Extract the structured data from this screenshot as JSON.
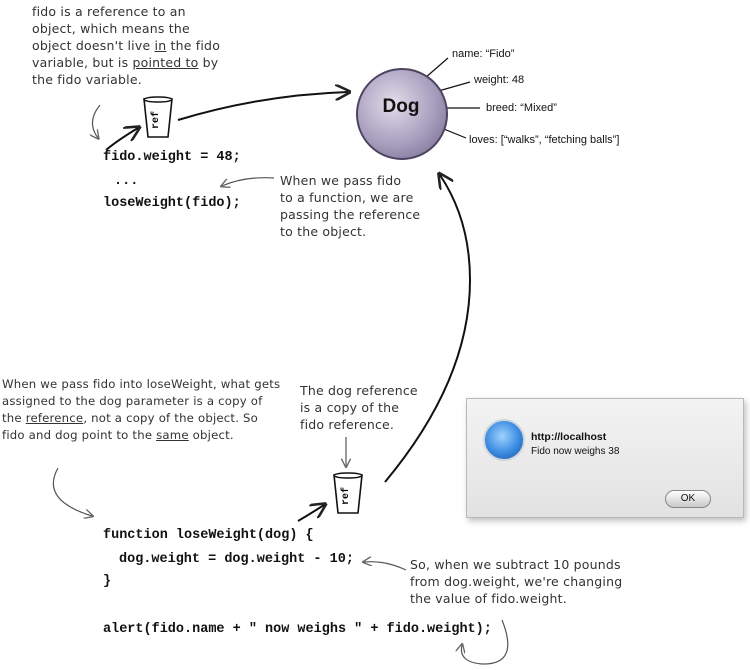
{
  "notes": {
    "top_left": {
      "line1": "fido is a reference to an",
      "line2": "object, which means the",
      "line3_pre": "object doesn't live ",
      "line3_u": "in",
      "line3_post": " the fido",
      "line4_pre": "variable, but is ",
      "line4_u": "pointed to",
      "line4_post": " by",
      "line5": "the fido variable."
    },
    "pass_fido": {
      "line1": "When we pass fido",
      "line2": "to a function, we are",
      "line3": "passing the reference",
      "line4": "to the object."
    },
    "loseweight": {
      "line1": "When we pass fido into loseWeight, what gets",
      "line2": "assigned to the dog parameter is a copy of",
      "line3_pre": "the ",
      "line3_u": "reference",
      "line3_post": ", not a copy of the object. So",
      "line4_pre": "fido and dog point to the ",
      "line4_u": "same",
      "line4_post": " object."
    },
    "dog_ref": {
      "line1": "The dog reference",
      "line2": "is a copy of the",
      "line3": "fido reference."
    },
    "subtract": {
      "line1": "So, when we subtract 10 pounds",
      "line2": "from dog.weight, we're changing",
      "line3": "the value of fido.weight."
    }
  },
  "code": {
    "top1": "fido.weight = 48;",
    "top2": "...",
    "top3": "loseWeight(fido);",
    "fn1": "function loseWeight(dog) {",
    "fn2": "dog.weight = dog.weight - 10;",
    "fn3": "}",
    "alert": "alert(fido.name + \" now weighs \" + fido.weight);"
  },
  "object": {
    "label": "Dog",
    "props": {
      "name": "name: “Fido”",
      "weight": "weight: 48",
      "breed": "breed: “Mixed”",
      "loves": "loves: [“walks”, “fetching balls”]"
    }
  },
  "cup_label": "ref",
  "dialog": {
    "title": "http://localhost",
    "message": "Fido now weighs 38",
    "ok_label": "OK"
  }
}
